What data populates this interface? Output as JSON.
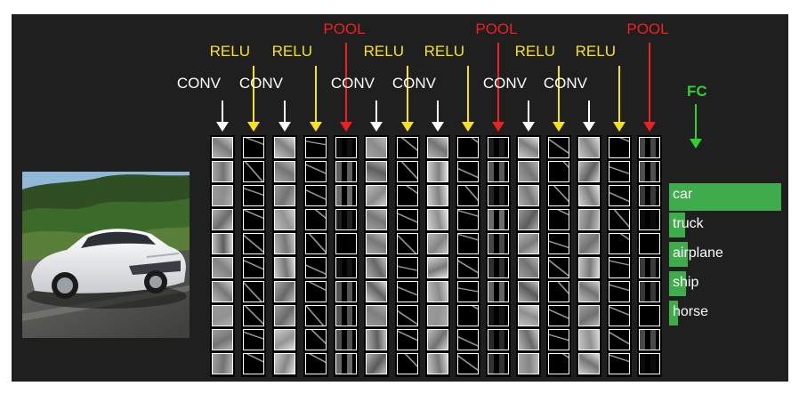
{
  "layer_labels": {
    "conv": "CONV",
    "relu": "RELU",
    "pool": "POOL",
    "fc": "FC"
  },
  "layers": [
    "CONV",
    "RELU",
    "CONV",
    "RELU",
    "POOL",
    "CONV",
    "RELU",
    "CONV",
    "RELU",
    "POOL",
    "CONV",
    "RELU",
    "CONV",
    "RELU",
    "POOL"
  ],
  "classes": [
    {
      "label": "car",
      "score": 1.0
    },
    {
      "label": "truck",
      "score": 0.14
    },
    {
      "label": "airplane",
      "score": 0.17
    },
    {
      "label": "ship",
      "score": 0.15
    },
    {
      "label": "horse",
      "score": 0.08
    }
  ],
  "colors": {
    "conv": "#ffffff",
    "relu": "#f7e11a",
    "pool": "#ee2020",
    "fc": "#2fd12f",
    "bar": "#3eac4b",
    "panel": "#1f1f1f"
  },
  "input_image": "photo of a white car on a road",
  "chart_data": {
    "type": "bar",
    "categories": [
      "car",
      "truck",
      "airplane",
      "ship",
      "horse"
    ],
    "values": [
      1.0,
      0.14,
      0.17,
      0.15,
      0.08
    ]
  }
}
